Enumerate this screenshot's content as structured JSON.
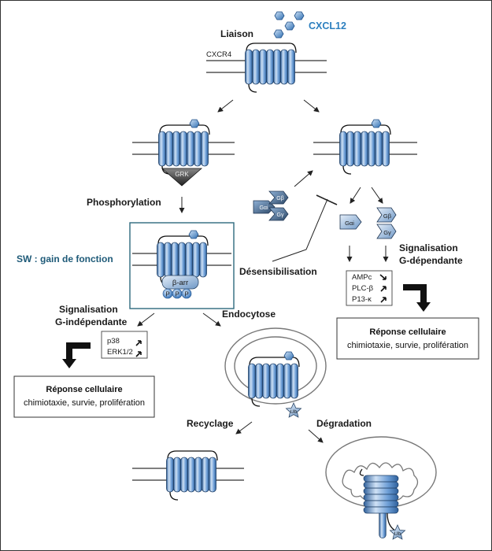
{
  "labels": {
    "ligand": "CXCL12",
    "binding": "Liaison",
    "receptor": "CXCR4",
    "phosphorylation": "Phosphorylation",
    "grk": "GRK",
    "sw_gain": "SW : gain de fonction",
    "beta_arr": "β-arr",
    "p": "P",
    "desensitization": "Désensibilisation",
    "g_indep_1": "Signalisation",
    "g_indep_2": "G-indépendante",
    "g_dep_1": "Signalisation",
    "g_dep_2": "G-dépendante",
    "endocytosis": "Endocytose",
    "recycling": "Recyclage",
    "degradation": "Dégradation",
    "ub": "Ub",
    "g_beta": "Gβ",
    "g_alpha": "Gαi",
    "g_gamma": "Gγ"
  },
  "g_indep_readouts": [
    "p38",
    "ERK1/2"
  ],
  "g_dep_readouts": [
    "AMPc",
    "PLC-β",
    "P13-κ"
  ],
  "response_left": {
    "title": "Réponse cellulaire",
    "body": "chimiotaxie, survie, prolifération"
  },
  "response_right": {
    "title": "Réponse cellulaire",
    "body": "chimiotaxie, survie, prolifération"
  },
  "colors": {
    "receptor_blue": "#5b8fc9",
    "ligand_blue": "#6fa8dc",
    "teal_box": "#2d6a7e",
    "gprotein_dark": "#3d5a78"
  }
}
